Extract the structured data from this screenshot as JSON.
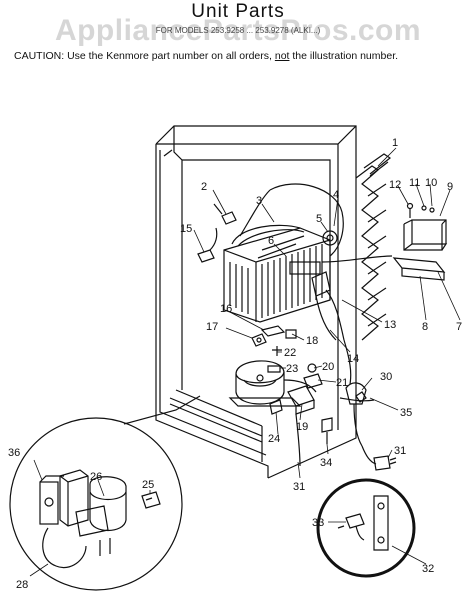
{
  "title": "Unit  Parts",
  "watermark": "AppliancePartsPros.com",
  "subline": "FOR MODELS 253.9258 ... 253.9278 (ALKI...)",
  "caution": {
    "prefix": "CAUTION:  Use the Kenmore part number on all orders, ",
    "emphasis": "not",
    "suffix": " the illustration number."
  },
  "callouts": [
    "1",
    "2",
    "3",
    "4",
    "5",
    "6",
    "7",
    "8",
    "9",
    "10",
    "11",
    "12",
    "13",
    "14",
    "15",
    "16",
    "17",
    "18",
    "19",
    "20",
    "21",
    "22",
    "23",
    "24",
    "25",
    "26",
    "28",
    "30",
    "31",
    "31",
    "32",
    "33",
    "34",
    "35",
    "36"
  ]
}
